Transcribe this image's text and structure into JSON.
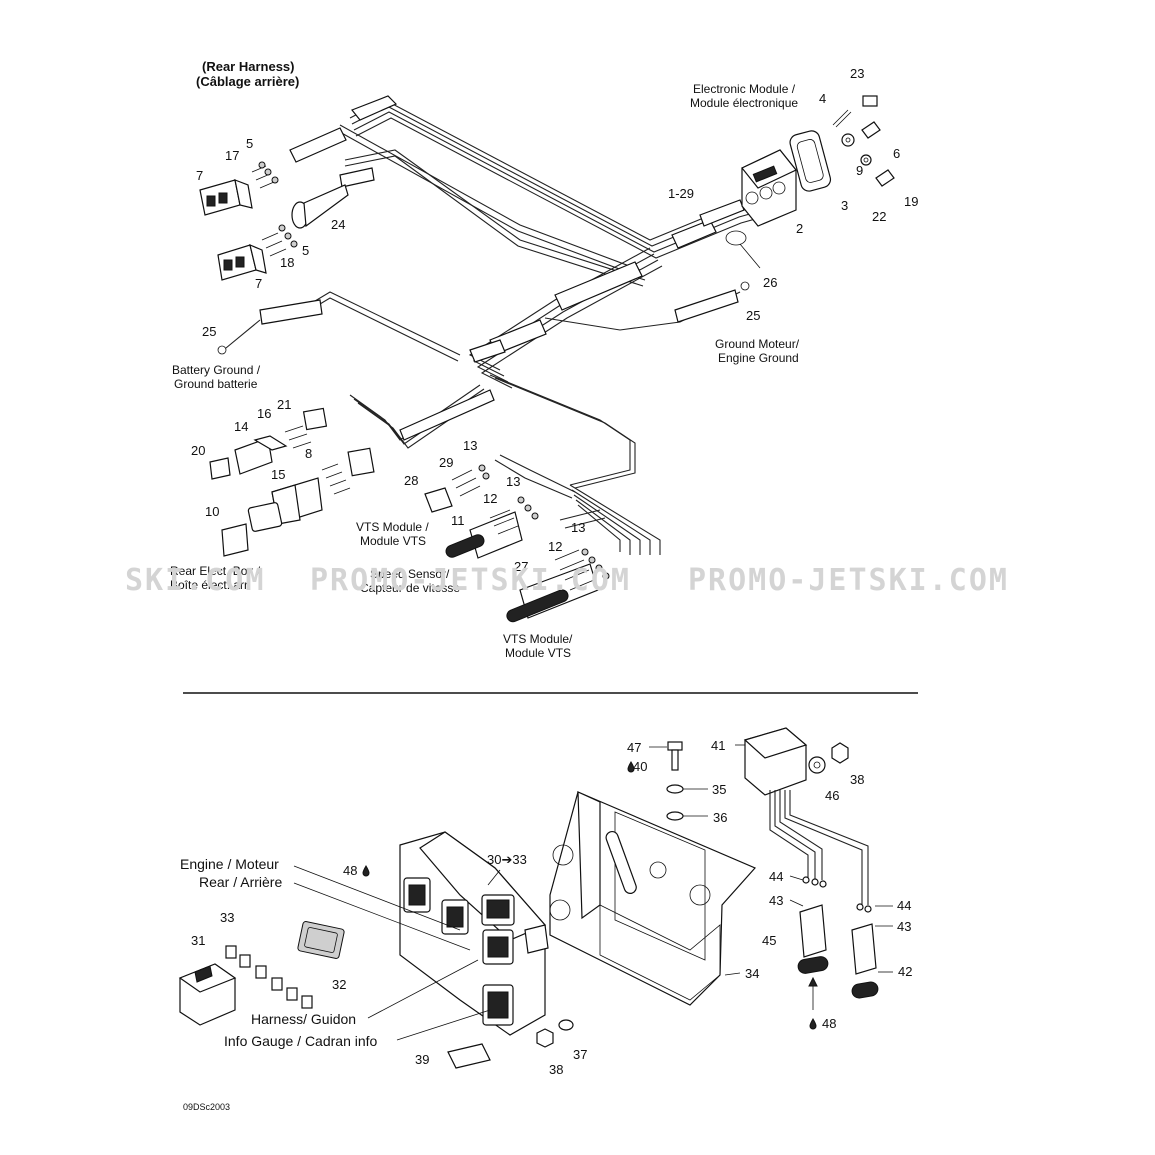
{
  "watermark": {
    "left": "SKI.COM",
    "middle": "PROMO-JETSKI.COM",
    "right": "PROMO-JETSKI.COM"
  },
  "figure_code": "09DSc2003",
  "top_section": {
    "title_line1": "(Rear Harness)",
    "title_line2": "(Câblage arrière)",
    "labels": {
      "electronic_module_1": "Electronic Module /",
      "electronic_module_2": "Module électronique",
      "battery_ground_1": "Battery Ground /",
      "battery_ground_2": "Ground batterie",
      "engine_ground_1": "Ground Moteur/",
      "engine_ground_2": "Engine Ground",
      "vts_module_a_1": "VTS Module /",
      "vts_module_a_2": "Module VTS",
      "rear_elect_box_1": "Rear Elect. Box /",
      "rear_elect_box_2": "Boîte élect. arr.",
      "speed_sensor_1": "Speed Sensor/",
      "speed_sensor_2": "Capteur de vitesse",
      "vts_module_b_1": "VTS Module/",
      "vts_module_b_2": "Module VTS"
    },
    "callouts": {
      "c23": "23",
      "c4": "4",
      "c6": "6",
      "c9": "9",
      "c3": "3",
      "c22": "22",
      "c19": "19",
      "c1_29": "1-29",
      "c2": "2",
      "c26": "26",
      "c25a": "25",
      "c25b": "25",
      "c5a": "5",
      "c17": "17",
      "c7a": "7",
      "c24": "24",
      "c5b": "5",
      "c18": "18",
      "c7b": "7",
      "c21": "21",
      "c16": "16",
      "c14": "14",
      "c20": "20",
      "c8": "8",
      "c15": "15",
      "c10": "10",
      "c13a": "13",
      "c29": "29",
      "c28": "28",
      "c13b": "13",
      "c12a": "12",
      "c11": "11",
      "c13c": "13",
      "c12b": "12",
      "c27": "27"
    }
  },
  "bottom_section": {
    "labels": {
      "engine": "Engine / Moteur",
      "rear": "Rear / Arrière",
      "harness": "Harness/ Guidon",
      "info_gauge": "Info Gauge / Cadran info"
    },
    "callouts": {
      "c47": "47",
      "c40": "40",
      "c41": "41",
      "c35": "35",
      "c36": "36",
      "c38a": "38",
      "c46": "46",
      "c30_33": "30➔33",
      "c48a": "48",
      "c44a": "44",
      "c43a": "43",
      "c44b": "44",
      "c43b": "43",
      "c33": "33",
      "c31": "31",
      "c32": "32",
      "c45": "45",
      "c42": "42",
      "c34": "34",
      "c48b": "48",
      "c37": "37",
      "c39": "39",
      "c38b": "38"
    }
  }
}
